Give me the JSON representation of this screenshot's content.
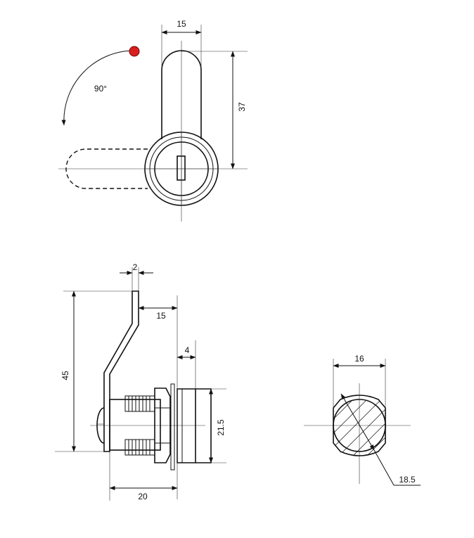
{
  "top_view": {
    "width_label": "15",
    "height_label": "37",
    "rotation_label": "90°",
    "rotation_marker_color": "#d81f1f"
  },
  "side_view": {
    "thickness_label": "2",
    "offset_label": "15",
    "total_height_label": "45",
    "flange_width_label": "4",
    "diameter_label": "21.5",
    "length_label": "20"
  },
  "cutout_view": {
    "width_label": "16",
    "diameter_label": "18.5"
  }
}
